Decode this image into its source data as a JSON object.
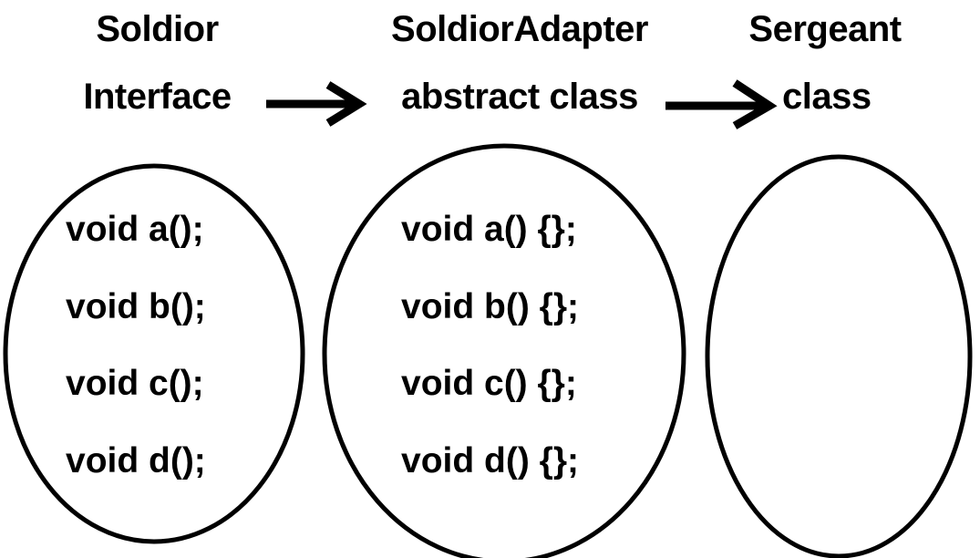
{
  "diagram": {
    "title_row": [
      {
        "name": "Soldior",
        "kind": "Interface"
      },
      {
        "name": "SoldiorAdapter",
        "kind": "abstract class"
      },
      {
        "name": "Sergeant",
        "kind": "class"
      }
    ],
    "arrows": [
      {
        "id": "arrow-interface-to-adapter",
        "glyph": "arrow-right-icon"
      },
      {
        "id": "arrow-adapter-to-class",
        "glyph": "arrow-right-icon"
      }
    ],
    "groups": [
      {
        "id": "soldior-members",
        "members": [
          "void a();",
          "void b();",
          "void c();",
          "void d();"
        ]
      },
      {
        "id": "soldioradapter-members",
        "members": [
          "void a() {};",
          "void b() {};",
          "void c() {};",
          "void d() {};"
        ]
      },
      {
        "id": "sergeant-members",
        "members": []
      }
    ],
    "colors": {
      "background": "#ffffff",
      "stroke": "#000000",
      "text": "#000000"
    }
  }
}
